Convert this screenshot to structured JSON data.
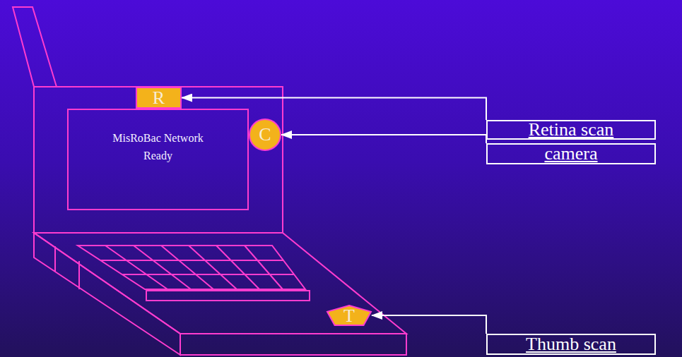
{
  "diagram": {
    "nodes": [
      {
        "text": [
          "R"
        ]
      },
      {
        "text": [
          "MisRoBac Network Ready"
        ]
      },
      {
        "text": [
          "C"
        ]
      },
      {
        "text": [
          "T"
        ]
      },
      {
        "text": [
          "Retina scan"
        ]
      },
      {
        "text": [
          "camera"
        ]
      },
      {
        "text": [
          "Thumb scan"
        ]
      }
    ],
    "edges": [
      {
        "from": 4,
        "to": 0,
        "arrow": "to"
      },
      {
        "from": 5,
        "to": 2,
        "arrow": "to"
      },
      {
        "from": 6,
        "to": 3,
        "arrow": "to"
      }
    ]
  }
}
